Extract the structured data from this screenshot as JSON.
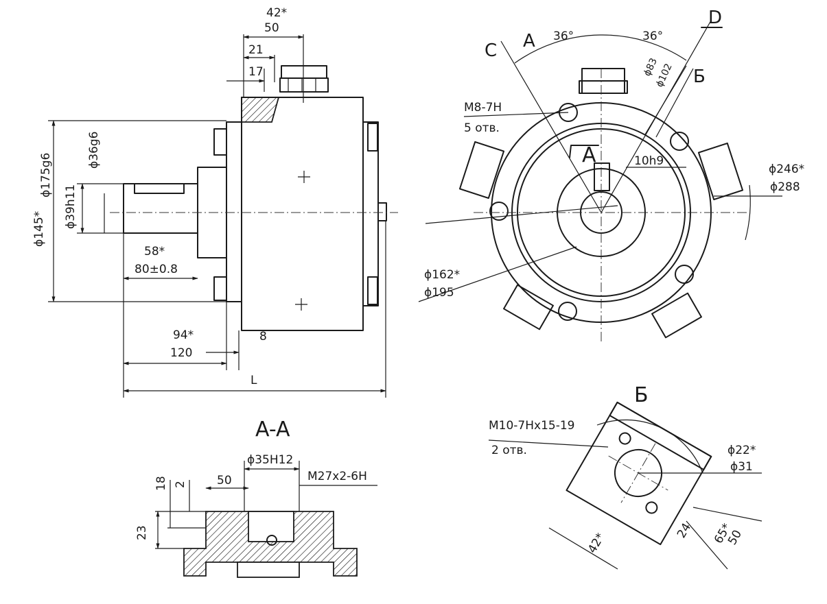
{
  "side_view": {
    "dim_42": "42*",
    "dim_50": "50",
    "dim_21": "21",
    "dim_17": "17",
    "dim_d36": "ϕ36g6",
    "dim_d39": "ϕ39h11",
    "dim_d145": "ϕ145*",
    "dim_d175": "ϕ175g6",
    "dim_58": "58*",
    "dim_80": "80±0.8",
    "dim_94": "94*",
    "dim_120": "120",
    "dim_8": "8",
    "dim_L": "L"
  },
  "front_view": {
    "label_C": "C",
    "label_A": "A",
    "label_D": "D",
    "label_B": "Б",
    "angle_1": "36°",
    "angle_2": "36°",
    "dim_d83": "ϕ83",
    "dim_d102": "ϕ102",
    "thread": "M8-7H",
    "thread_count": "5 отв.",
    "section_arrow": "A",
    "key": "10h9",
    "dim_d246": "ϕ246*",
    "dim_d288": "ϕ288",
    "dim_d162": "ϕ162*",
    "dim_d195": "ϕ195"
  },
  "section_aa": {
    "title": "A-A",
    "dim_d35": "ϕ35H12",
    "thread": "M27x2-6H",
    "dim_18": "18",
    "dim_2": "2",
    "dim_50": "50",
    "dim_23": "23"
  },
  "view_b": {
    "title": "Б",
    "thread": "M10-7Hx15-19",
    "thread_count": "2 отв.",
    "dim_d22": "ϕ22*",
    "dim_d31": "ϕ31",
    "dim_42": "42*",
    "dim_65": "65*",
    "dim_50": "50",
    "dim_24": "24"
  }
}
